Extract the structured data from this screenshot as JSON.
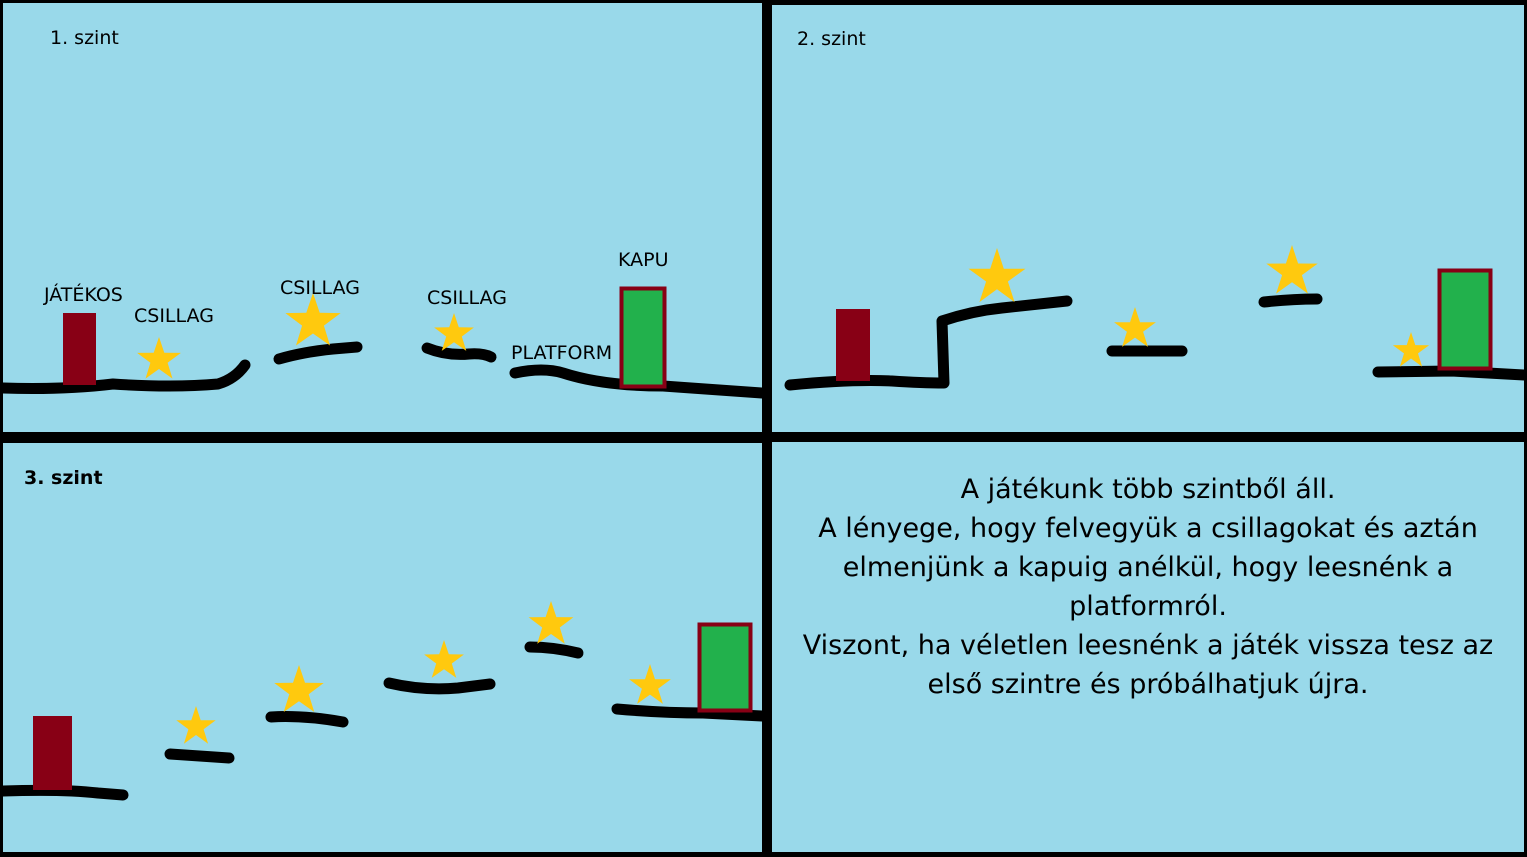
{
  "levels": {
    "level1": {
      "title": "1. szint",
      "labels": {
        "player": "JÁTÉKOS",
        "star_a": "CSILLAG",
        "star_b": "CSILLAG",
        "star_c": "CSILLAG",
        "platform": "PLATFORM",
        "gate": "KAPU"
      }
    },
    "level2": {
      "title": "2. szint"
    },
    "level3": {
      "title": "3. szint"
    }
  },
  "description": {
    "lines": [
      "A játékunk több szintből áll.",
      "A lényege, hogy felvegyük a csillagokat és aztán",
      "elmenjünk a kapuig anélkül, hogy leesnénk a",
      "platformról.",
      "Viszont, ha véletlen leesnénk a játék vissza tesz az",
      "első szintre és próbálhatjuk újra."
    ]
  },
  "colors": {
    "sky": "#99d9ea",
    "platform": "#000000",
    "player": "#880015",
    "star": "#ffc90e",
    "gate_fill": "#22b14c",
    "gate_border": "#880015"
  }
}
